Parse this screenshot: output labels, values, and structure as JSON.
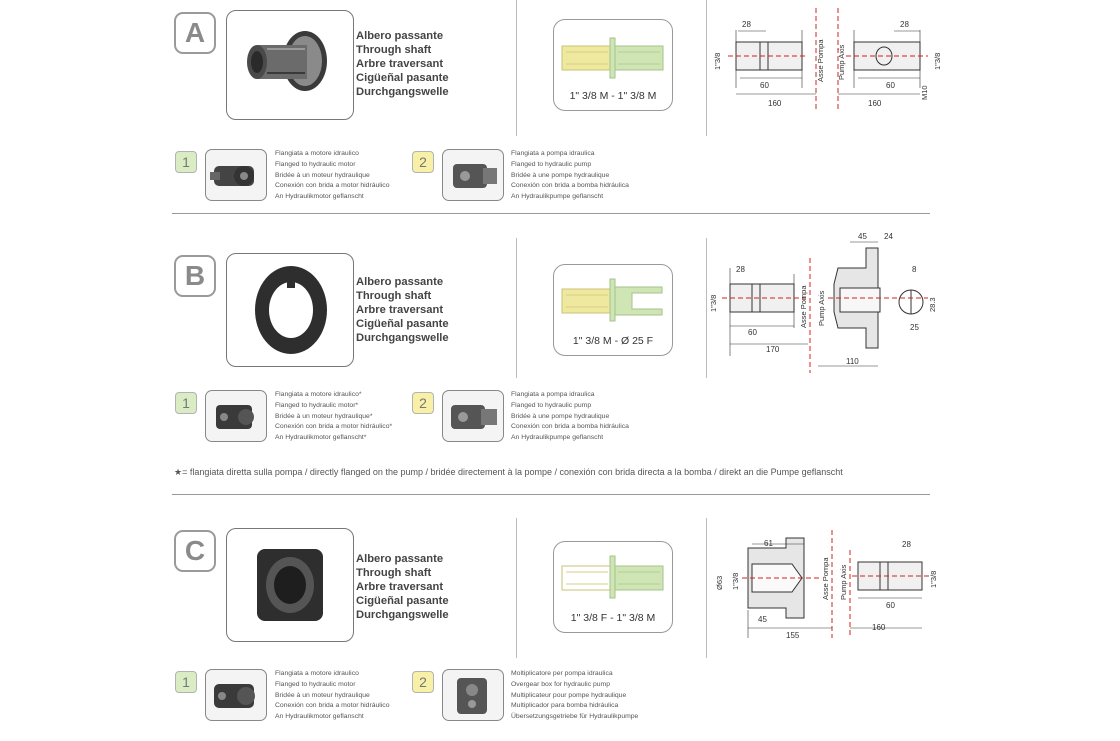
{
  "sections": [
    {
      "letter": "A",
      "titles": [
        "Albero passante",
        "Through shaft",
        "Arbre traversant",
        "Cigüeñal pasante",
        "Durchgangswelle"
      ],
      "shaft_label": "1\" 3/8 M - 1\" 3/8 M",
      "options": [
        {
          "num": "1",
          "lines": [
            "Flangiata a motore idraulico",
            "Flanged to hydraulic motor",
            "Bridée à un moteur hydraulique",
            "Conexión con brida a motor hidráulico",
            "An Hydraulikmotor geflanscht"
          ]
        },
        {
          "num": "2",
          "lines": [
            "Flangiata a pompa idraulica",
            "Flanged to hydraulic pump",
            "Bridée à une pompe hydraulique",
            "Conexión con brida a bomba hidráulica",
            "An Hydraulikpumpe geflanscht"
          ]
        }
      ],
      "dims": {
        "d28a": "28",
        "d28b": "28",
        "d60a": "60",
        "d60b": "60",
        "d160a": "160",
        "d160b": "160",
        "d138a": "1\"3/8",
        "d138b": "1\"3/8",
        "m10": "M10",
        "axis1": "Asse Pompa",
        "axis2": "Pump Axis"
      }
    },
    {
      "letter": "B",
      "titles": [
        "Albero passante",
        "Through shaft",
        "Arbre traversant",
        "Cigüeñal pasante",
        "Durchgangswelle"
      ],
      "shaft_label": "1\" 3/8 M  - Ø 25 F",
      "options": [
        {
          "num": "1",
          "lines": [
            "Flangiata a motore idraulico*",
            "Flanged to hydraulic motor*",
            "Bridée à un moteur hydraulique*",
            "Conexión con brida a motor hidráulico*",
            "An Hydraulikmotor geflanscht*"
          ]
        },
        {
          "num": "2",
          "lines": [
            "Flangiata a pompa idraulica",
            "Flanged to hydraulic pump",
            "Bridée à une pompe hydraulique",
            "Conexión con brida a bomba hidráulica",
            "An Hydraulikpumpe geflanscht"
          ]
        }
      ],
      "dims": {
        "d45": "45",
        "d24": "24",
        "d28": "28",
        "d8": "8",
        "d283": "28.3",
        "d25": "25",
        "d60": "60",
        "d170": "170",
        "d110": "110",
        "d138": "1\"3/8",
        "axis1": "Asse Pompa",
        "axis2": "Pump Axis"
      }
    },
    {
      "letter": "C",
      "titles": [
        "Albero passante",
        "Through shaft",
        "Arbre traversant",
        "Cigüeñal pasante",
        "Durchgangswelle"
      ],
      "shaft_label": "1\" 3/8 F - 1\" 3/8 M",
      "options": [
        {
          "num": "1",
          "lines": [
            "Flangiata a motore idraulico",
            "Flanged to hydraulic motor",
            "Bridée à un moteur hydraulique",
            "Conexión con brida a motor hidráulico",
            "An Hydraulikmotor geflanscht"
          ]
        },
        {
          "num": "2",
          "lines": [
            "Moltiplicatore per pompa idraulica",
            "Overgear box for hydraulic pump",
            "Multiplicateur pour pompe hydraulique",
            "Multiplicador para bomba hidráulica",
            "Übersetzungsgetriebe für Hydraulikpumpe"
          ]
        }
      ],
      "dims": {
        "d61": "61",
        "d28": "28",
        "d63": "Ø63",
        "d138a": "1\"3/8",
        "d138b": "1\"3/8",
        "d45": "45",
        "d155": "155",
        "d60": "60",
        "d160": "160",
        "axis1": "Asse Pompa",
        "axis2": "Pump Axis"
      }
    }
  ],
  "note": "★= flangiata diretta sulla pompa / directly flanged on the pump / bridée directement à la pompe / conexión con brida directa a la bomba / direkt an die Pumpe geflanscht",
  "colors": {
    "green_badge": "#d9ecc4",
    "yellow_badge": "#f7f0a6",
    "shaft_yellow": "#efe9a0",
    "shaft_green": "#cfe5b4",
    "axis_red": "#d62020"
  }
}
